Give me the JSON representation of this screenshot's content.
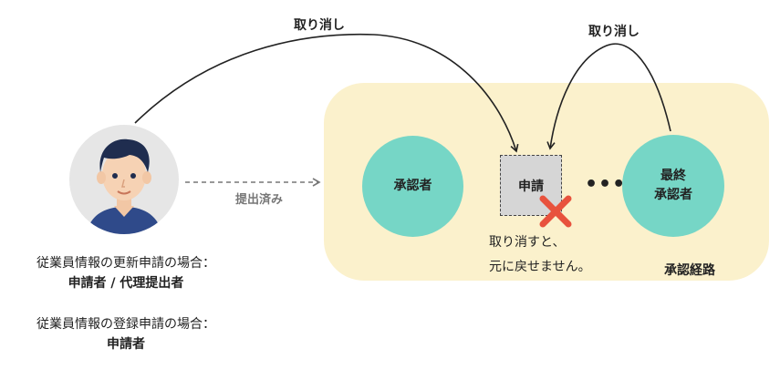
{
  "cancel_top": "取り消し",
  "cancel_right": "取り消し",
  "submitted": "提出済み",
  "route_label": "承認経路",
  "approver": "承認者",
  "final_approver_line1": "最終",
  "final_approver_line2": "承認者",
  "application": "申請",
  "ellipsis": "•••",
  "cannot_line1": "取り消すと、",
  "cannot_line2": "元に戻せません。",
  "note1_head": "従業員情報の更新申請の場合：",
  "note1_body": "申請者 / 代理提出者",
  "note2_head": "従業員情報の登録申請の場合：",
  "note2_body": "申請者",
  "colors": {
    "panel": "#fbf1cc",
    "teal": "#76d6c6",
    "app_box": "#d6d6d6",
    "cross": "#e8523d"
  },
  "icons": [
    "person-avatar-icon",
    "cross-icon"
  ]
}
